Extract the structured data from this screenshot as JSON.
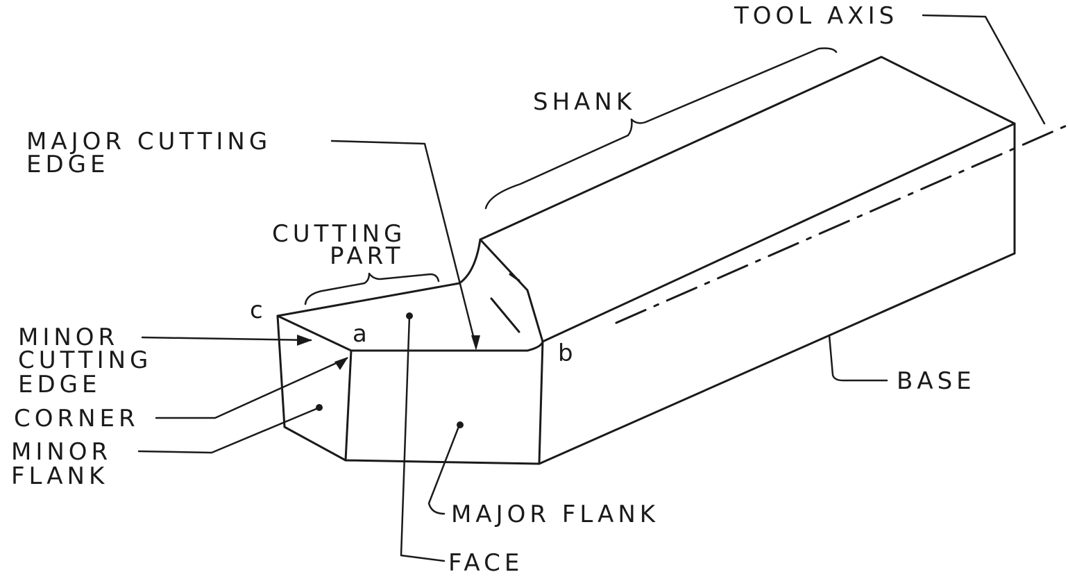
{
  "labels": {
    "tool_axis": "TOOL AXIS",
    "shank": "SHANK",
    "major_cutting_edge_line1": "MAJOR CUTTING",
    "major_cutting_edge_line2": "EDGE",
    "cutting_part_line1": "CUTTING",
    "cutting_part_line2": "PART",
    "minor_cutting_edge_line1": "MINOR",
    "minor_cutting_edge_line2": "CUTTING",
    "minor_cutting_edge_line3": "EDGE",
    "corner": "CORNER",
    "minor_flank_line1": "MINOR",
    "minor_flank_line2": "FLANK",
    "base": "BASE",
    "major_flank": "MAJOR FLANK",
    "face": "FACE"
  },
  "points": {
    "a": "a",
    "b": "b",
    "c": "c"
  },
  "colors": {
    "ink": "#1a1a1a",
    "paper": "#ffffff"
  }
}
